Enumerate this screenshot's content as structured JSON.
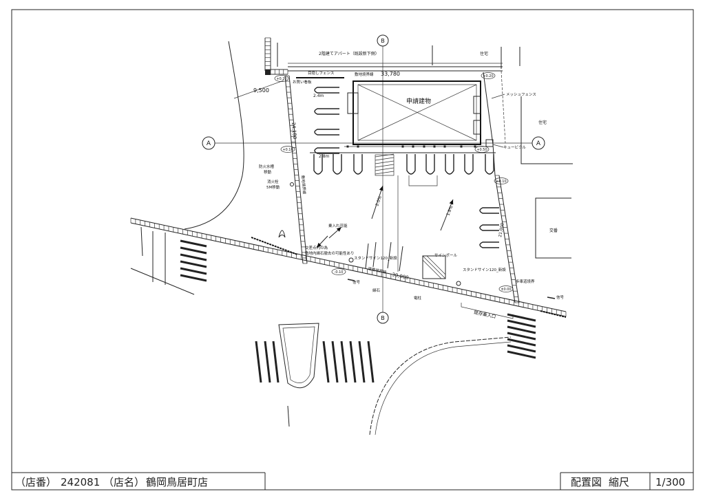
{
  "title_block": {
    "store_no_label": "（店番）",
    "store_no": "242081",
    "store_name_label": "（店名）",
    "store_name": "鶴岡鳥居町店",
    "drawing_type": "配置図",
    "scale_label": "縮尺",
    "scale": "1/300"
  },
  "axes": {
    "a": "A",
    "b": "B"
  },
  "labels": {
    "apartment": "2階建てアパート（既設新下側）",
    "house": "住宅",
    "police_box": "交番",
    "width_dim": "9,500",
    "top_boundary": "敷地境界線",
    "top_dim": "33,780",
    "blind_fence": "目隠しフェンス",
    "sign_board": "お買い看板",
    "building": "申請建物",
    "mesh_fence": "メッシュフェンス",
    "cubicle": "キュービクル",
    "left_dim": "24,180",
    "left_boundary": "敷地境界線",
    "aisle_upper": "2.4m",
    "aisle_lower": "2.8m",
    "fire_tank": "防火水槽",
    "fire_tank_note": "移動",
    "hydrant": "消火栓",
    "hydrant_note": "5M移動",
    "entry_ok": "乗入れ可能",
    "note_line1": "交差点内の為",
    "note_line2": "敷地内縁石撤去の可能性あり",
    "stand_sign": "スタンドサイン120_新設",
    "sign_pole": "サインポール",
    "frontage_dim": "30,000",
    "road_boundary": "道路境界線",
    "curb": "縁石",
    "utility_pole": "電柱",
    "signal": "信号",
    "existing_entry": "既存乗入口",
    "sidewalk_edge": "歩車道境界",
    "slope_left": "2.0%",
    "slope_right": "1.8%",
    "right_dim": "21,000"
  },
  "level_marks": [
    "+0.20",
    "+0.20",
    "+0.10",
    "+0.50",
    "+0.10",
    "-0.10",
    "±0.00"
  ]
}
